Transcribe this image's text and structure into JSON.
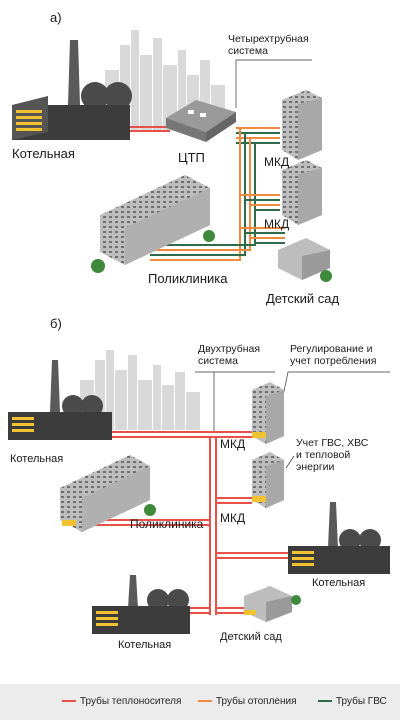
{
  "panel_a": {
    "label": "а)",
    "boiler": "Котельная",
    "substation": "ЦТП",
    "system": "Четырехтрубная\nсистема",
    "mkd_1": "МКД",
    "mkd_2": "МКД",
    "clinic": "Поликлиника",
    "kindergarten": "Детский сад"
  },
  "panel_b": {
    "label": "б)",
    "system": "Двухтрубная\nсистема",
    "regulation": "Регулирование и\nучет потребления",
    "accounting": "Учет ГВС, ХВС\nи тепловой\nэнергии",
    "boiler_1": "Котельная",
    "mkd_1": "МКД",
    "mkd_2": "МКД",
    "clinic": "Поликлиника",
    "boiler_2": "Котельная",
    "boiler_3": "Котельная",
    "kindergarten": "Детский сад"
  },
  "legend": {
    "coolant": "Трубы теплоносителя",
    "heating": "Трубы отопления",
    "hot_water": "Трубы ГВС"
  },
  "colors": {
    "coolant": "#e8514a",
    "heating": "#f08a3c",
    "hot_water": "#2e6b4a",
    "building": "#c9c9c9",
    "skyline": "#d9d9d9",
    "accent": "#f2c230"
  }
}
